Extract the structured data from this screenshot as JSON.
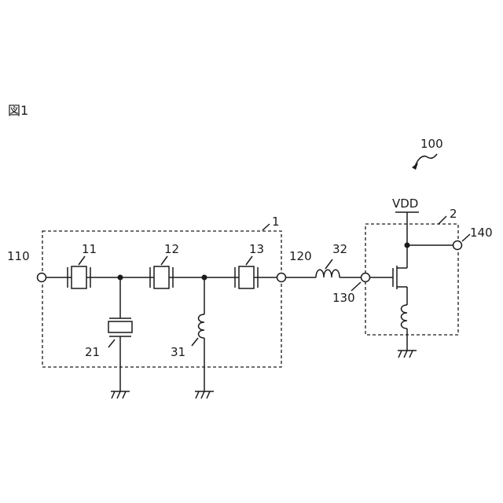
{
  "figure": {
    "title": "図1",
    "device_label": "100"
  },
  "modules": {
    "filter": "1",
    "amplifier": "2"
  },
  "terminals": {
    "t110": "110",
    "t120": "120",
    "t130": "130",
    "t140": "140"
  },
  "components": {
    "r11": "11",
    "r12": "12",
    "r13": "13",
    "r21": "21",
    "l31": "31",
    "l32": "32"
  },
  "supply": {
    "vdd": "VDD"
  }
}
